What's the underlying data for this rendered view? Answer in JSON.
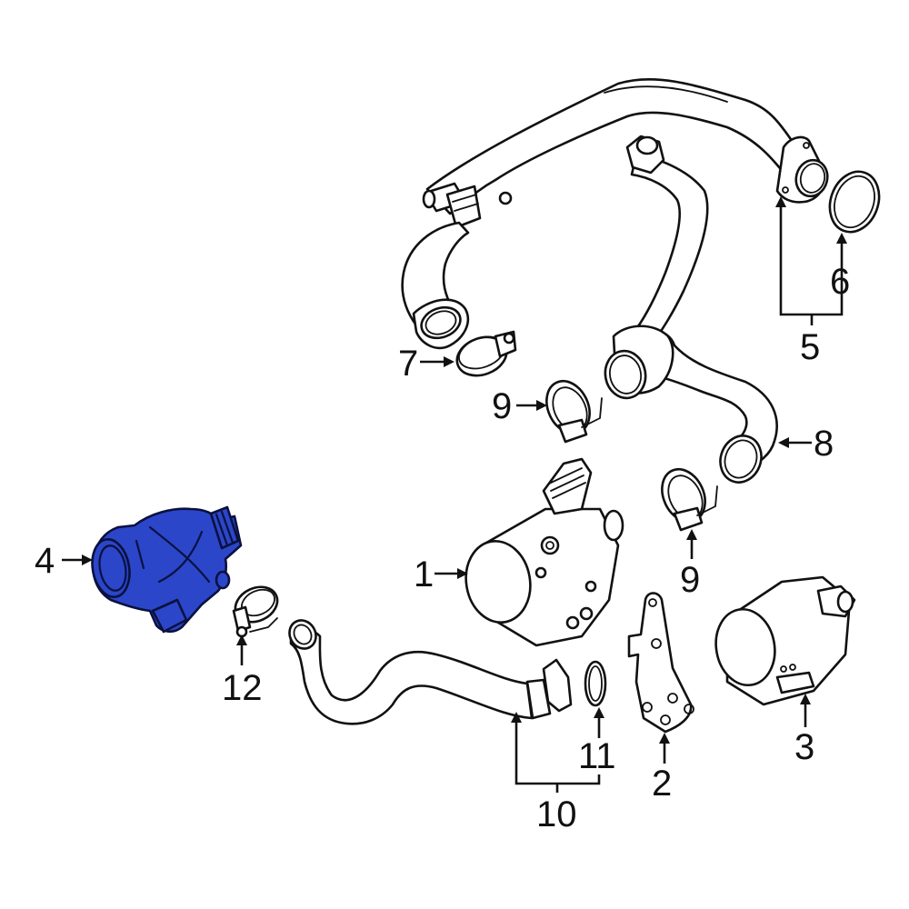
{
  "diagram": {
    "type": "exploded parts diagram",
    "subject": "engine cooling - water pump, thermostat and coolant hoses",
    "highlight_color": "#2b46c8",
    "highlighted_part": "4",
    "callouts": [
      {
        "id": "c1",
        "label": "1",
        "part": "electric water pump"
      },
      {
        "id": "c2",
        "label": "2",
        "part": "mounting bracket"
      },
      {
        "id": "c3",
        "label": "3",
        "part": "auxiliary water pump"
      },
      {
        "id": "c4",
        "label": "4",
        "part": "thermostat housing (highlighted)"
      },
      {
        "id": "c5",
        "label": "5",
        "part": "upper coolant pipe assembly"
      },
      {
        "id": "c6",
        "label": "6",
        "part": "seal ring"
      },
      {
        "id": "c7",
        "label": "7",
        "part": "hose clamp"
      },
      {
        "id": "c8",
        "label": "8",
        "part": "coolant hose"
      },
      {
        "id": "c9a",
        "label": "9",
        "part": "hose clamp"
      },
      {
        "id": "c9b",
        "label": "9",
        "part": "hose clamp"
      },
      {
        "id": "c10",
        "label": "10",
        "part": "lower coolant hose"
      },
      {
        "id": "c11",
        "label": "11",
        "part": "o-ring"
      },
      {
        "id": "c12",
        "label": "12",
        "part": "hose clamp"
      }
    ]
  }
}
